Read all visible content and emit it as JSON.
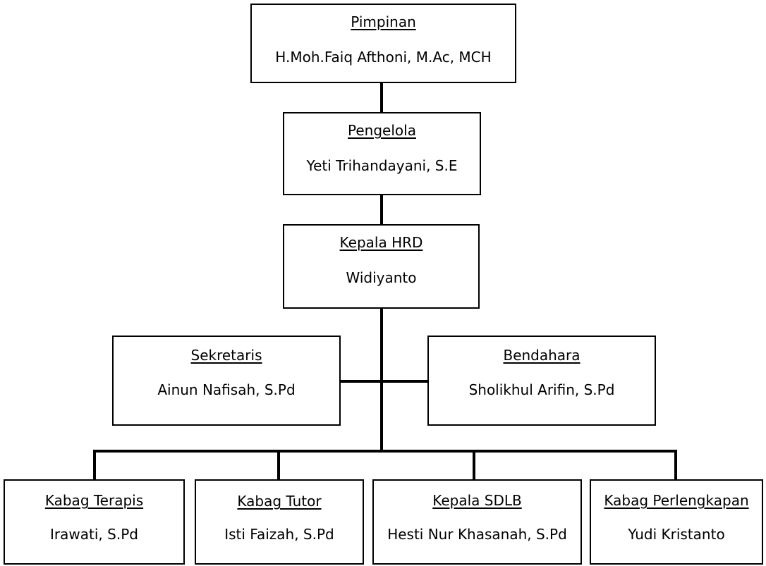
{
  "org_chart": {
    "pimpinan": {
      "role": "Pimpinan",
      "person": "H.Moh.Faiq Afthoni, M.Ac, MCH"
    },
    "pengelola": {
      "role": "Pengelola",
      "person": "Yeti Trihandayani, S.E"
    },
    "kepala_hrd": {
      "role": "Kepala HRD",
      "person": "Widiyanto"
    },
    "sekretaris": {
      "role": "Sekretaris",
      "person": "Ainun Nafisah, S.Pd"
    },
    "bendahara": {
      "role": "Bendahara",
      "person": "Sholikhul Arifin, S.Pd"
    },
    "kabag_terapis": {
      "role": "Kabag Terapis",
      "person": "Irawati, S.Pd"
    },
    "kabag_tutor": {
      "role": "Kabag Tutor",
      "person": "Isti Faizah, S.Pd"
    },
    "kepala_sdlb": {
      "role": "Kepala SDLB",
      "person": "Hesti Nur Khasanah, S.Pd"
    },
    "kabag_perlengkapan": {
      "role": "Kabag Perlengkapan",
      "person": "Yudi Kristanto"
    }
  },
  "colors": {
    "line": "#000000",
    "box_border": "#000000",
    "background": "#ffffff"
  }
}
